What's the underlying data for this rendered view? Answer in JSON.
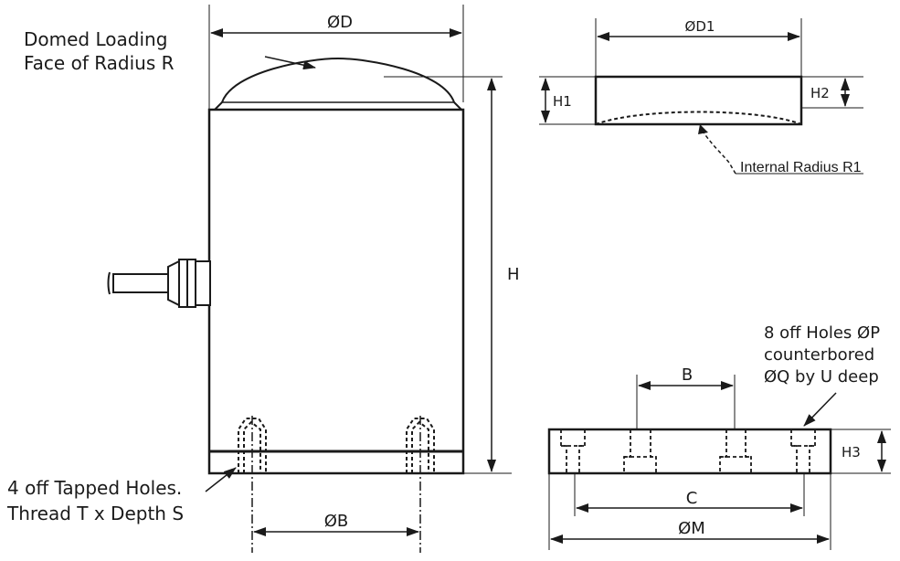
{
  "labels": {
    "domed_line1": "Domed Loading",
    "domed_line2": "Face of Radius R",
    "dia_D": "ØD",
    "dia_D1": "ØD1",
    "height_H": "H",
    "height_H1": "H1",
    "height_H2": "H2",
    "internal_radius": "Internal Radius R1",
    "holes_line1": "8 off Holes ØP",
    "holes_line2": "counterbored",
    "holes_line3": "ØQ by U deep",
    "dim_B_top": "B",
    "height_H3": "H3",
    "dim_C": "C",
    "dia_M": "ØM",
    "tapped_line1": "4 off Tapped Holes.",
    "tapped_line2": "Thread T x Depth S",
    "dia_B": "ØB"
  }
}
